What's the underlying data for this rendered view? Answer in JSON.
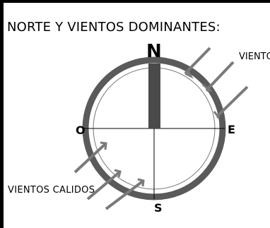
{
  "title": "NORTE Y VIENTOS DOMINANTES:",
  "labels": {
    "viento": "VIENTO",
    "vientos_calidos": "VIENTOS CALIDOS"
  },
  "cardinals": {
    "north": "N",
    "west": "O",
    "east": "E",
    "south": "S"
  },
  "colors": {
    "ring": "#5a5a5a",
    "needle": "#4a4a4a",
    "arrow": "#7a7a7a",
    "axis": "#000000"
  }
}
